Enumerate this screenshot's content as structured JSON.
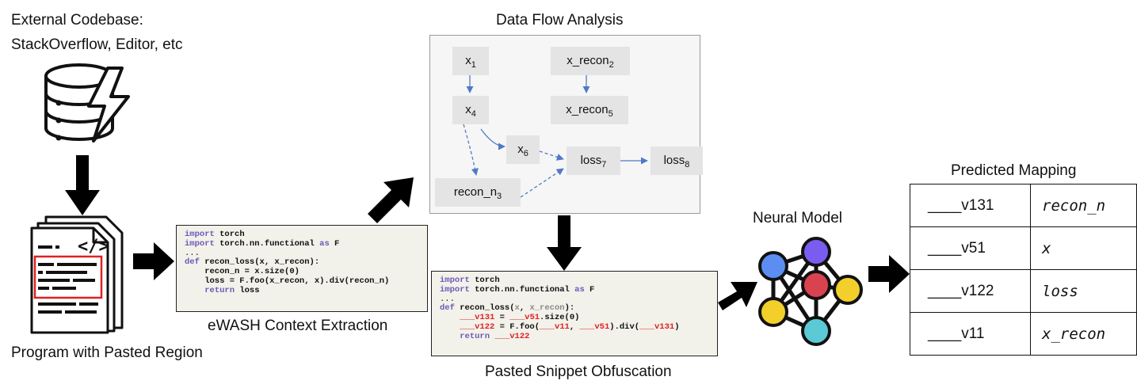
{
  "labels": {
    "external_line1": "External Codebase:",
    "external_line2": "StackOverflow, Editor, etc",
    "program": "Program with Pasted Region",
    "ewash": "eWASH Context Extraction",
    "dataflow": "Data Flow Analysis",
    "obfuscation": "Pasted Snippet Obfuscation",
    "neural": "Neural Model",
    "mapping_title": "Predicted Mapping"
  },
  "context_code": {
    "l1_kw": "import",
    "l1_rest": " torch",
    "l2_kw": "import",
    "l2_mid": " torch.nn.functional ",
    "l2_kw2": "as",
    "l2_rest": " F",
    "l3": "...",
    "l4_kw": "def",
    "l4_rest": " recon_loss(x, x_recon):",
    "l5": "    recon_n = x.size(0)",
    "l6": "    loss = F.foo(x_recon, x).div(recon_n)",
    "l7_indent": "    ",
    "l7_kw": "return",
    "l7_rest": " loss"
  },
  "obf_code": {
    "l1_kw": "import",
    "l1_rest": " torch",
    "l2_kw": "import",
    "l2_mid": " torch.nn.functional ",
    "l2_kw2": "as",
    "l2_rest": " F",
    "l3": "...",
    "l4_kw": "def",
    "l4_a": " recon_loss(",
    "l4_x": "x",
    "l4_c": ", ",
    "l4_xr": "x_recon",
    "l4_end": "):",
    "l5_indent": "    ",
    "l5_v1": "___v131",
    "l5_eq": " = ",
    "l5_v2": "___v51",
    "l5_rest": ".size(0)",
    "l6_indent": "    ",
    "l6_v1": "___v122",
    "l6_a": " = F.foo(",
    "l6_v2": "___v11",
    "l6_c": ", ",
    "l6_v3": "___v51",
    "l6_b": ").div(",
    "l6_v4": "___v131",
    "l6_end": ")",
    "l7_indent": "    ",
    "l7_kw": "return",
    "l7_sp": " ",
    "l7_v": "___v122"
  },
  "dataflow": {
    "n1_base": "x",
    "n1_sub": "1",
    "n2_base": "x_recon",
    "n2_sub": "2",
    "n3_base": "x",
    "n3_sub": "4",
    "n4_base": "x_recon",
    "n4_sub": "5",
    "n5_base": "x",
    "n5_sub": "6",
    "n6_base": "loss",
    "n6_sub": "7",
    "n7_base": "loss",
    "n7_sub": "8",
    "n8_base": "recon_n",
    "n8_sub": "3"
  },
  "mapping": [
    {
      "key": "____v131",
      "value": "recon_n"
    },
    {
      "key": "____v51",
      "value": "x"
    },
    {
      "key": "____v122",
      "value": "loss"
    },
    {
      "key": "____v11",
      "value": "x_recon"
    }
  ],
  "colors": {
    "arrow_blue": "#4f7ac7",
    "node_blue": "#5b8ef0",
    "node_purple": "#7b5cf0",
    "node_red": "#d9434f",
    "node_yellow": "#f2cf2b",
    "node_cyan": "#5cc9d6",
    "highlight_red": "#e02020",
    "keyword_purple": "#6e58b8"
  },
  "icons": [
    "database-lightning-icon",
    "document-code-icon",
    "neural-network-icon"
  ]
}
